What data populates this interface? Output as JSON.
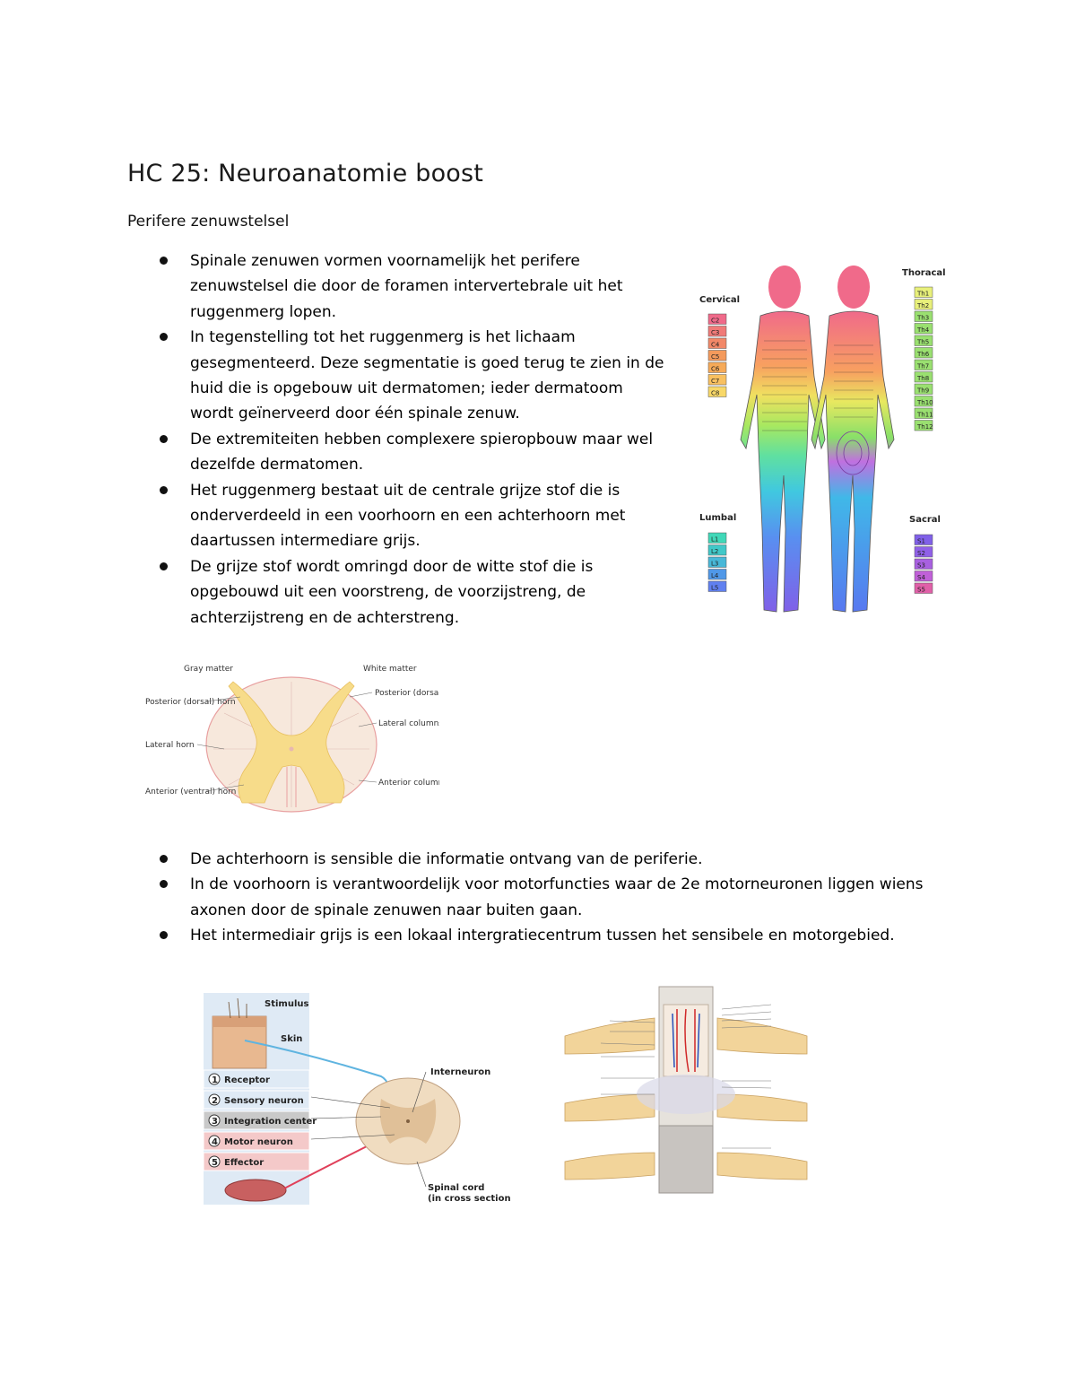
{
  "page": {
    "title": "HC 25: Neuroanatomie boost",
    "subtitle": "Perifere zenuwstelsel"
  },
  "bullets_top": [
    "Spinale zenuwen vormen voornamelijk het perifere zenuwstelsel die door de foramen intervertebrale uit het ruggenmerg lopen.",
    "In tegenstelling tot het ruggenmerg is het lichaam gesegmenteerd. Deze segmentatie is goed terug te zien in de huid die is opgebouw uit dermatomen; ieder dermatoom wordt geïnerveerd door één spinale zenuw.",
    "De extremiteiten hebben complexere spieropbouw maar wel dezelfde dermatomen.",
    "Het ruggenmerg bestaat uit de centrale grijze stof die is onderverdeeld in een voorhoorn en een achterhoorn met daartussen intermediare grijs.",
    "De grijze stof wordt omringd door de witte stof die is opgebouwd uit een voorstreng, de voorzijstreng, de achterzijstreng en de achterstreng."
  ],
  "bullets_bottom": [
    "De achterhoorn is sensible die informatie ontvang van de periferie.",
    "In de voorhoorn is verantwoordelijk voor motorfuncties waar de 2e motorneuronen liggen wiens axonen door de spinale zenuwen naar buiten gaan.",
    "Het intermediair grijs is een lokaal intergratiecentrum tussen het sensibele en motorgebied."
  ],
  "dermatome_figure": {
    "label_cervical": "Cervical",
    "label_thoracal": "Thoracal",
    "label_lumbal": "Lumbal",
    "label_sacral": "Sacral",
    "cervical_segments": [
      "C2",
      "C3",
      "C4",
      "C5",
      "C6",
      "C7",
      "C8"
    ],
    "thoracal_segments": [
      "Th1",
      "Th2",
      "Th3",
      "Th4",
      "Th5",
      "Th6",
      "Th7",
      "Th8",
      "Th9",
      "Th10",
      "Th11",
      "Th12"
    ],
    "lumbal_segments": [
      "L1",
      "L2",
      "L3",
      "L4",
      "L5"
    ],
    "sacral_segments": [
      "S1",
      "S2",
      "S3",
      "S4",
      "S5"
    ],
    "colors": {
      "cervical": "#f06a8a",
      "cervical_low": "#f8a060",
      "thoracal": "#b8e868",
      "lumbal": "#40c8c0",
      "sacral": "#b060e0",
      "head": "#f06a8a"
    }
  },
  "cross_section_figure": {
    "label_gray_matter": "Gray matter",
    "label_white_matter": "White matter",
    "label_posterior_horn": "Posterior (dorsal) horn",
    "label_lateral_horn": "Lateral horn",
    "label_anterior_horn": "Anterior (ventral) horn",
    "label_posterior_column": "Posterior (dorsal) columns",
    "label_lateral_column": "Lateral columns",
    "label_anterior_column": "Anterior columns",
    "colors": {
      "gray": "#f7dc8a",
      "white": "#f7e8dc",
      "outline": "#e8a0a0"
    }
  },
  "reflex_figure": {
    "stimulus": "Stimulus",
    "skin": "Skin",
    "steps": [
      {
        "num": "1",
        "label": "Receptor"
      },
      {
        "num": "2",
        "label": "Sensory neuron"
      },
      {
        "num": "3",
        "label": "Integration center"
      },
      {
        "num": "4",
        "label": "Motor neuron"
      },
      {
        "num": "5",
        "label": "Effector"
      }
    ],
    "interneuron": "Interneuron",
    "spinal_cord": "Spinal cord",
    "spinal_cord_sub": "(in cross section)",
    "colors": {
      "sensory": "#5fb4e0",
      "motor": "#e0405a",
      "panel": "#dfeaf5",
      "integration": "#c9c9c9",
      "motor_bg": "#f4c9c9"
    }
  },
  "meninges_figure": {
    "colors": {
      "nerve": "#f2d49a",
      "cord": "#e6e2dc",
      "vessel_red": "#d02828",
      "vessel_blue": "#2850b8"
    }
  }
}
